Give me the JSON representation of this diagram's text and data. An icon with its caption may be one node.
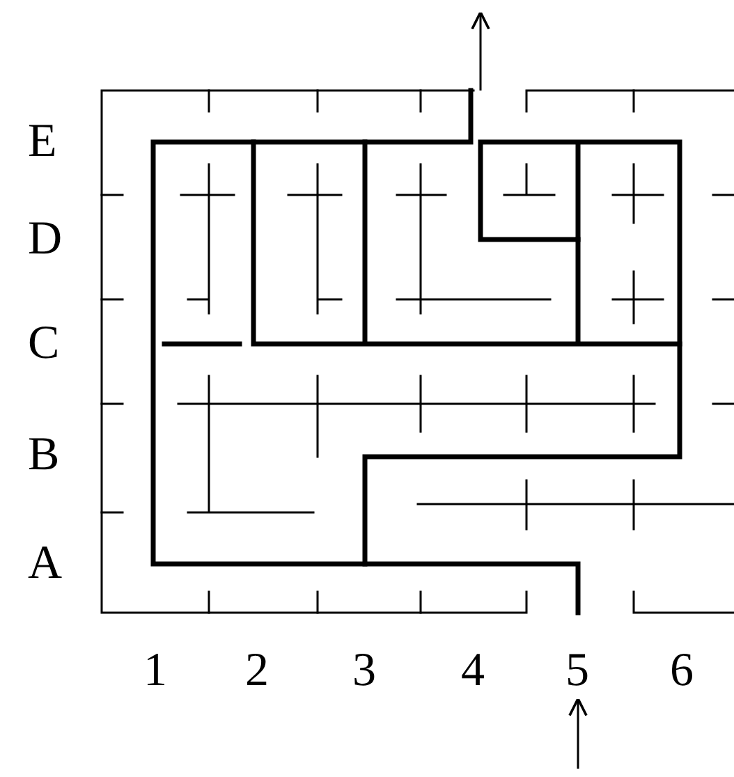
{
  "diagram": {
    "labels": [
      "E",
      "D",
      "C",
      "B",
      "A",
      "1",
      "2",
      "3",
      "4",
      "5",
      "6"
    ]
  }
}
